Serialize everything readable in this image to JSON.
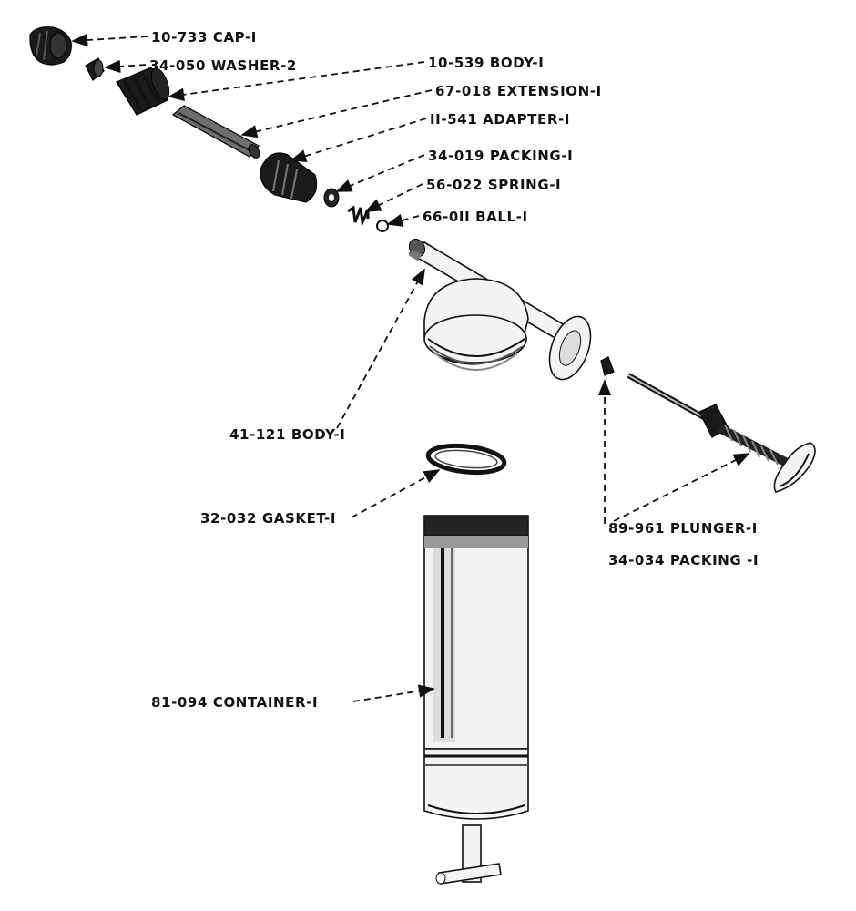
{
  "diagram": {
    "labels": [
      {
        "key": "cap",
        "text": "10-733 CAP-I"
      },
      {
        "key": "washer",
        "text": "34-050 WASHER-2"
      },
      {
        "key": "body_small",
        "text": "10-539 BODY-I"
      },
      {
        "key": "extension",
        "text": "67-018 EXTENSION-I"
      },
      {
        "key": "adapter",
        "text": "II-541 ADAPTER-I"
      },
      {
        "key": "packing_019",
        "text": "34-019 PACKING-I"
      },
      {
        "key": "spring",
        "text": "56-022 SPRING-I"
      },
      {
        "key": "ball",
        "text": "66-0II BALL-I"
      },
      {
        "key": "body_main",
        "text": "41-121 BODY-I"
      },
      {
        "key": "gasket",
        "text": "32-032 GASKET-I"
      },
      {
        "key": "plunger",
        "text": "89-961 PLUNGER-I"
      },
      {
        "key": "packing_034",
        "text": "34-034 PACKING -I"
      },
      {
        "key": "container",
        "text": "81-094 CONTAINER-I"
      }
    ]
  }
}
